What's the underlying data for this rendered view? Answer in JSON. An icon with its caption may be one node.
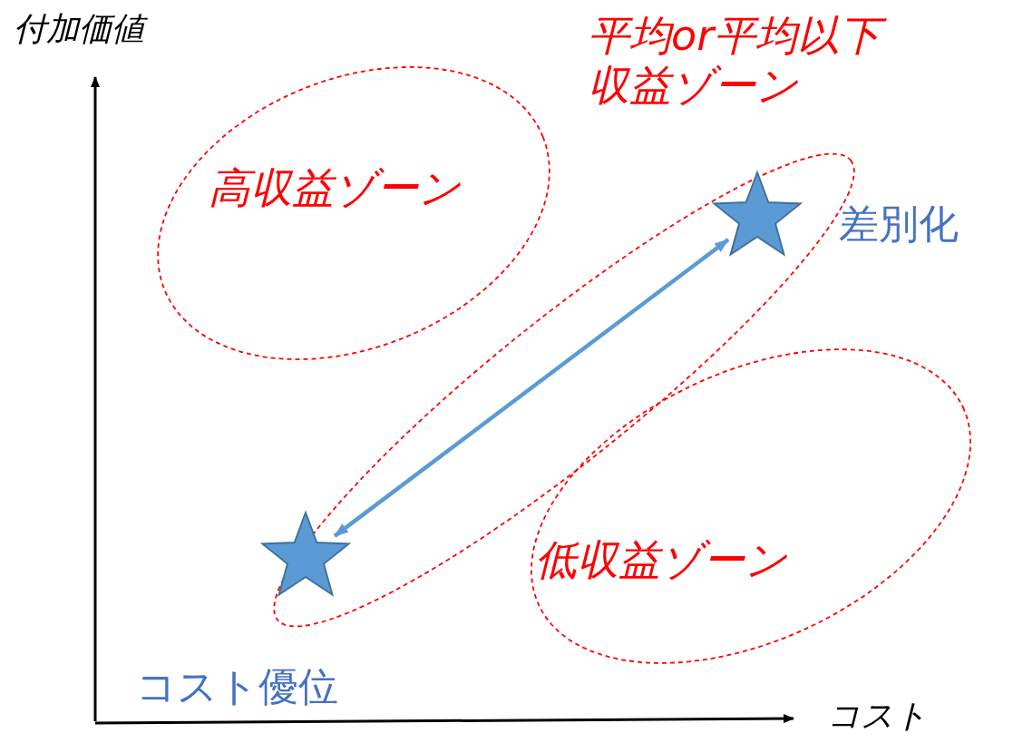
{
  "diagram": {
    "nodes": [
      {
        "text": [
          "高収益ゾーン"
        ]
      },
      {
        "text": [
          "平均or平均以下収益ゾーン"
        ]
      },
      {
        "text": [],
        "shape": "star",
        "in": 1
      },
      {
        "text": [
          "低収益ゾーン"
        ]
      },
      {
        "text": [],
        "shape": "star",
        "in": 1
      }
    ],
    "edges": [
      {
        "from": 4,
        "to": 2,
        "arrow": "both"
      }
    ],
    "labels": [
      "付加価値",
      "差別化",
      "コスト優位",
      "コスト"
    ]
  }
}
